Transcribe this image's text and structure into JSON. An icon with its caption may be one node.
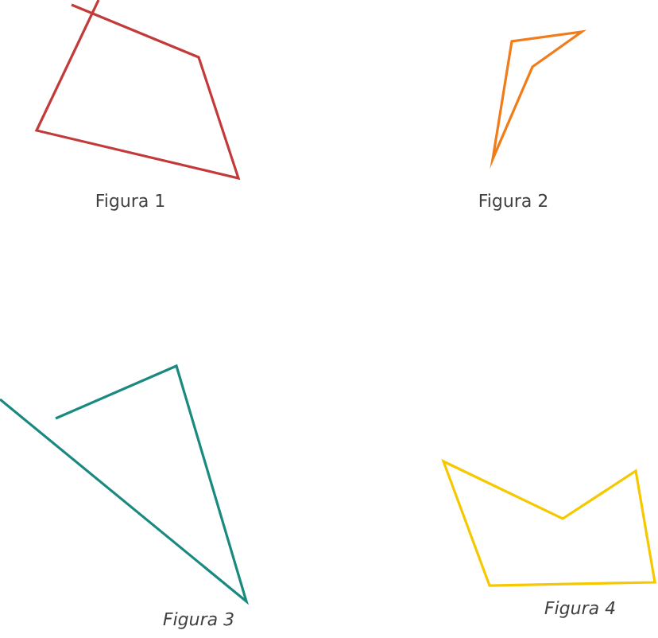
{
  "diagram": {
    "labels": [
      "Figura 1",
      "Figura 2",
      "Figura 3",
      "Figura 4"
    ]
  }
}
